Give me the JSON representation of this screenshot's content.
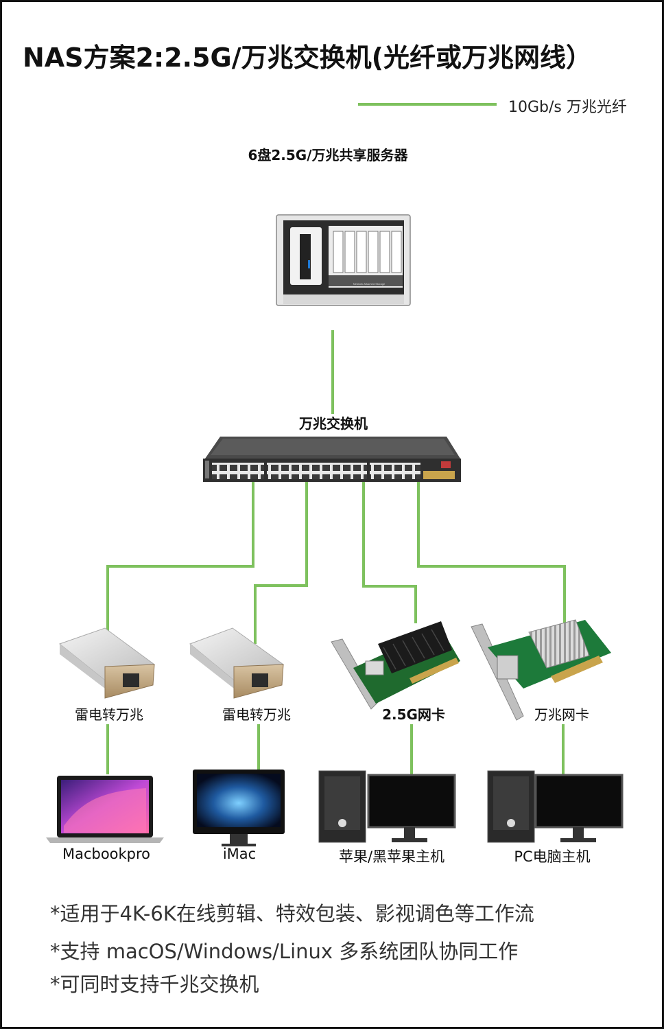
{
  "title": "NAS方案2:2.5G/万兆交换机(光纤或万兆网线）",
  "legend": {
    "label": "10Gb/s 万兆光纤",
    "color": "#7ec15e"
  },
  "server": {
    "label": "6盘2.5G/万兆共享服务器",
    "front_text": "Network Attached Storage"
  },
  "switch": {
    "label": "万兆交换机"
  },
  "adapters": [
    {
      "label": "雷电转万兆"
    },
    {
      "label": "雷电转万兆"
    },
    {
      "label": "2.5G网卡"
    },
    {
      "label": "万兆网卡"
    }
  ],
  "computers": [
    {
      "label": "Macbookpro"
    },
    {
      "label": "iMac"
    },
    {
      "label": "苹果/黑苹果主机"
    },
    {
      "label": "PC电脑主机"
    }
  ],
  "notes": [
    "*适用于4K-6K在线剪辑、特效包装、影视调色等工作流",
    "*支持 macOS/Windows/Linux 多系统团队协同工作",
    "*可同时支持千兆交换机"
  ]
}
